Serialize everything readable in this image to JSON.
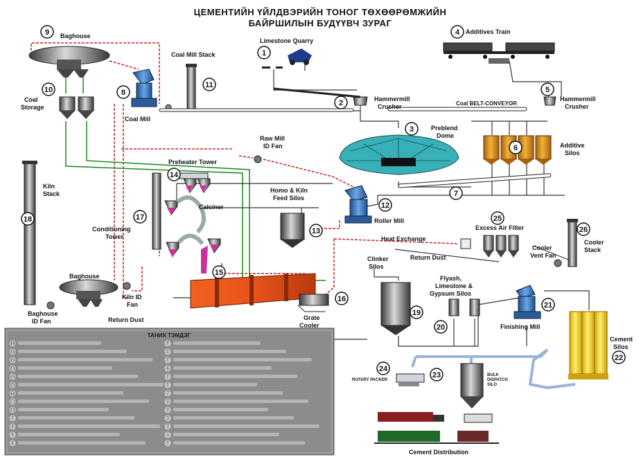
{
  "title": {
    "line1": "ЦЕМЕНТИЙН ҮЙЛДВЭРИЙН ТОНОГ ТӨХӨӨРӨМЖИЙН",
    "line2": "БАЙРШИЛЫН БУДҮҮВЧ ЗУРАГ"
  },
  "labels": {
    "baghouse_top": "Baghouse",
    "coal_storage_1": "Coal",
    "coal_storage_2": "Storage",
    "coal_mill": "Coal Mill",
    "coal_mill_stack": "Coal Mill Stack",
    "limestone_quarry": "Limestone Quarry",
    "hammermill_1a": "Hammermill",
    "hammermill_1b": "Crusher",
    "additives_train": "Additives Train",
    "hammermill_2a": "Hammermill",
    "hammermill_2b": "Crusher",
    "coal_belt": "Coal BELT-CONVEYOR",
    "preblend_1": "Preblend",
    "preblend_2": "Dome",
    "additive_silos_1": "Additive",
    "additive_silos_2": "Silos",
    "raw_mill_fan_1": "Raw Mill",
    "raw_mill_fan_2": "ID Fan",
    "preheater_tower": "Preheater Tower",
    "homo_1": "Homo & Kiln",
    "homo_2": "Feed Silos",
    "roller_mill": "Roller Mill",
    "kiln_stack_1": "Kiln",
    "kiln_stack_2": "Stack",
    "calciner": "Calciner",
    "conditioning_1": "Conditioning",
    "conditioning_2": "Tower",
    "excess_air_filter": "Excess Air Filter",
    "cooler_stack_1": "Cooler",
    "cooler_stack_2": "Stack",
    "heat_exchange": "Heat Exchange",
    "cooler_vent_1": "Cooler",
    "cooler_vent_2": "Vent Fan",
    "return_dust_mid": "Return Dust",
    "clinker_1": "Clinker",
    "clinker_2": "Silos",
    "flyash_1": "Flyash,",
    "flyash_2": "Limestone &",
    "flyash_3": "Gypsum Silos",
    "finishing_mill": "Finishing Mill",
    "cement_silos_1": "Cement",
    "cement_silos_2": "Silos",
    "baghouse_low": "Baghouse",
    "kiln_id_1": "Kiln ID",
    "kiln_id_2": "Fan",
    "baghouse_fan_1": "Baghouse",
    "baghouse_fan_2": "ID Fan",
    "return_dust_low": "Return Dust",
    "grate_1": "Grate",
    "grate_2": "Cooler",
    "rotary_packer": "ROTARY PACKER",
    "bulk_1": "BULK",
    "bulk_2": "DISPATCH",
    "bulk_3": "SILO",
    "cement_distribution": "Cement Distribution"
  },
  "numbers": [
    "1",
    "2",
    "3",
    "4",
    "5",
    "6",
    "7",
    "8",
    "9",
    "10",
    "11",
    "12",
    "13",
    "14",
    "15",
    "16",
    "17",
    "18",
    "19",
    "20",
    "21",
    "22",
    "23",
    "24",
    "25",
    "26"
  ],
  "legend": {
    "title": "ТАНИХ ТЭМДЭГ"
  },
  "colors": {
    "red_flow": "#cc2222",
    "green_flow": "#1a8a1a",
    "dark_flow": "#333333",
    "kiln": "#e8541a",
    "dome": "#38b0b8",
    "silo_orange": "#e0961a",
    "silo_yellow": "#f2d21e",
    "mill_blue": "#3a78c8",
    "cyclone": "#c8329a",
    "legend_bg": "#8c8c8c"
  }
}
